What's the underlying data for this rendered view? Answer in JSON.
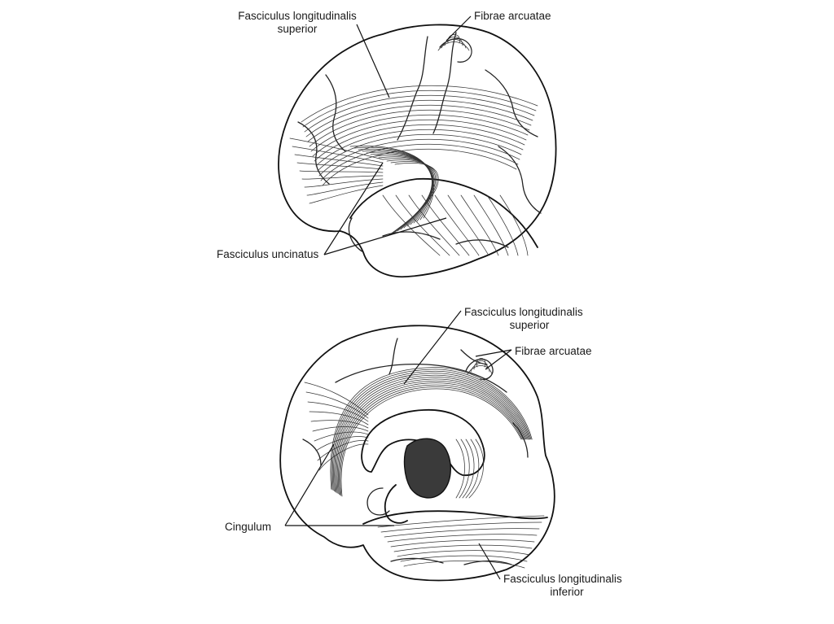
{
  "labels": {
    "top_fls": [
      "Fasciculus longitudinalis",
      "superior"
    ],
    "top_fa": "Fibrae arcuatae",
    "top_fu": "Fasciculus uncinatus",
    "bot_fls": [
      "Fasciculus longitudinalis",
      "superior"
    ],
    "bot_fa": "Fibrae arcuatae",
    "bot_cing": "Cingulum",
    "bot_fli": [
      "Fasciculus longitudinalis",
      "inferior"
    ]
  },
  "colors": {
    "line": "#111111",
    "fill_dark": "#3a3a3a",
    "background": "#ffffff"
  }
}
